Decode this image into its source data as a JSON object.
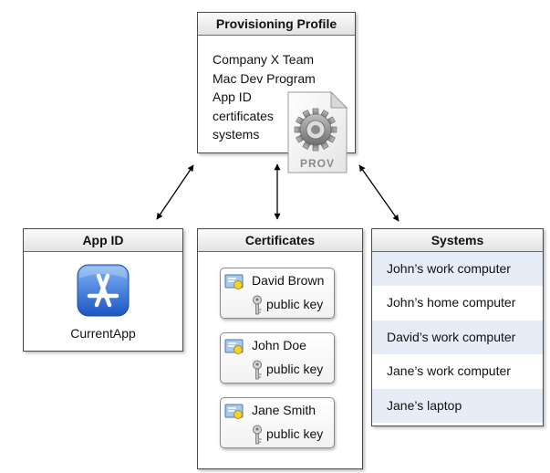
{
  "profile": {
    "title": "Provisioning Profile",
    "lines": [
      "Company X Team",
      "Mac Dev Program",
      "App ID",
      "certificates",
      "systems"
    ],
    "file_icon": "prov-file-icon",
    "file_label": "PROV"
  },
  "app_id": {
    "title": "App ID",
    "icon": "app-store-icon",
    "app_name": "CurrentApp"
  },
  "certificates": {
    "title": "Certificates",
    "items": [
      {
        "name": "David Brown",
        "key_label": "public key"
      },
      {
        "name": "John Doe",
        "key_label": "public key"
      },
      {
        "name": "Jane Smith",
        "key_label": "public key"
      }
    ]
  },
  "systems": {
    "title": "Systems",
    "items": [
      "John’s work computer",
      "John’s home computer",
      "David’s work computer",
      "Jane’s work computer",
      "Jane’s laptop"
    ]
  },
  "colors": {
    "row_alt": "#e7edf7",
    "app_icon_blue": "#2f6fd6",
    "border": "#4a4a4a"
  }
}
